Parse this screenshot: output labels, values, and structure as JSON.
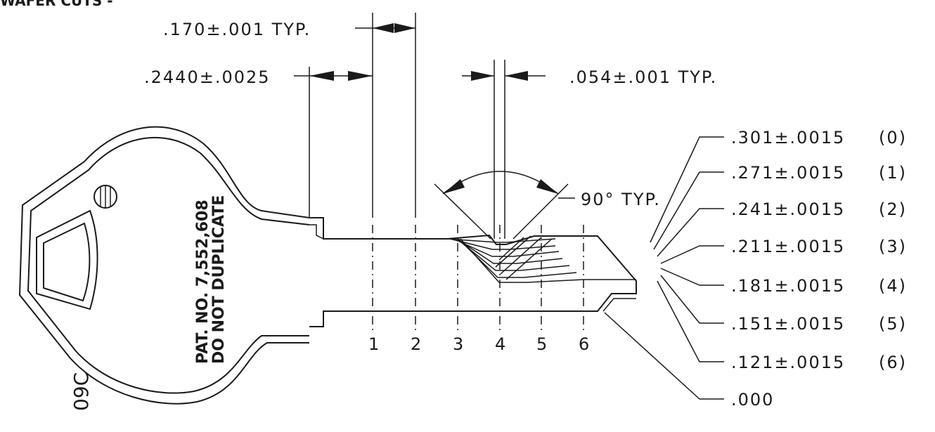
{
  "header": {
    "label": "WAFER CUTS -"
  },
  "dimensions": {
    "top_width": ".170±.001 TYP.",
    "shoulder": ".2440±.0025",
    "flat_width": ".054±.001 TYP.",
    "angle": "90° TYP."
  },
  "depths": [
    {
      "value": ".301±.0015",
      "code": "(0)"
    },
    {
      "value": ".271±.0015",
      "code": "(1)"
    },
    {
      "value": ".241±.0015",
      "code": "(2)"
    },
    {
      "value": ".211±.0015",
      "code": "(3)"
    },
    {
      "value": ".181±.0015",
      "code": "(4)"
    },
    {
      "value": ".151±.0015",
      "code": "(5)"
    },
    {
      "value": ".121±.0015",
      "code": "(6)"
    },
    {
      "value": ".000",
      "code": ""
    }
  ],
  "positions": [
    "1",
    "2",
    "3",
    "4",
    "5",
    "6"
  ],
  "key_head": {
    "patent": "PAT. NO. 7,552,608",
    "warning": "DO NOT DUPLICATE",
    "code": "09C",
    "logo_icon": "brand-circle-logo-icon"
  }
}
